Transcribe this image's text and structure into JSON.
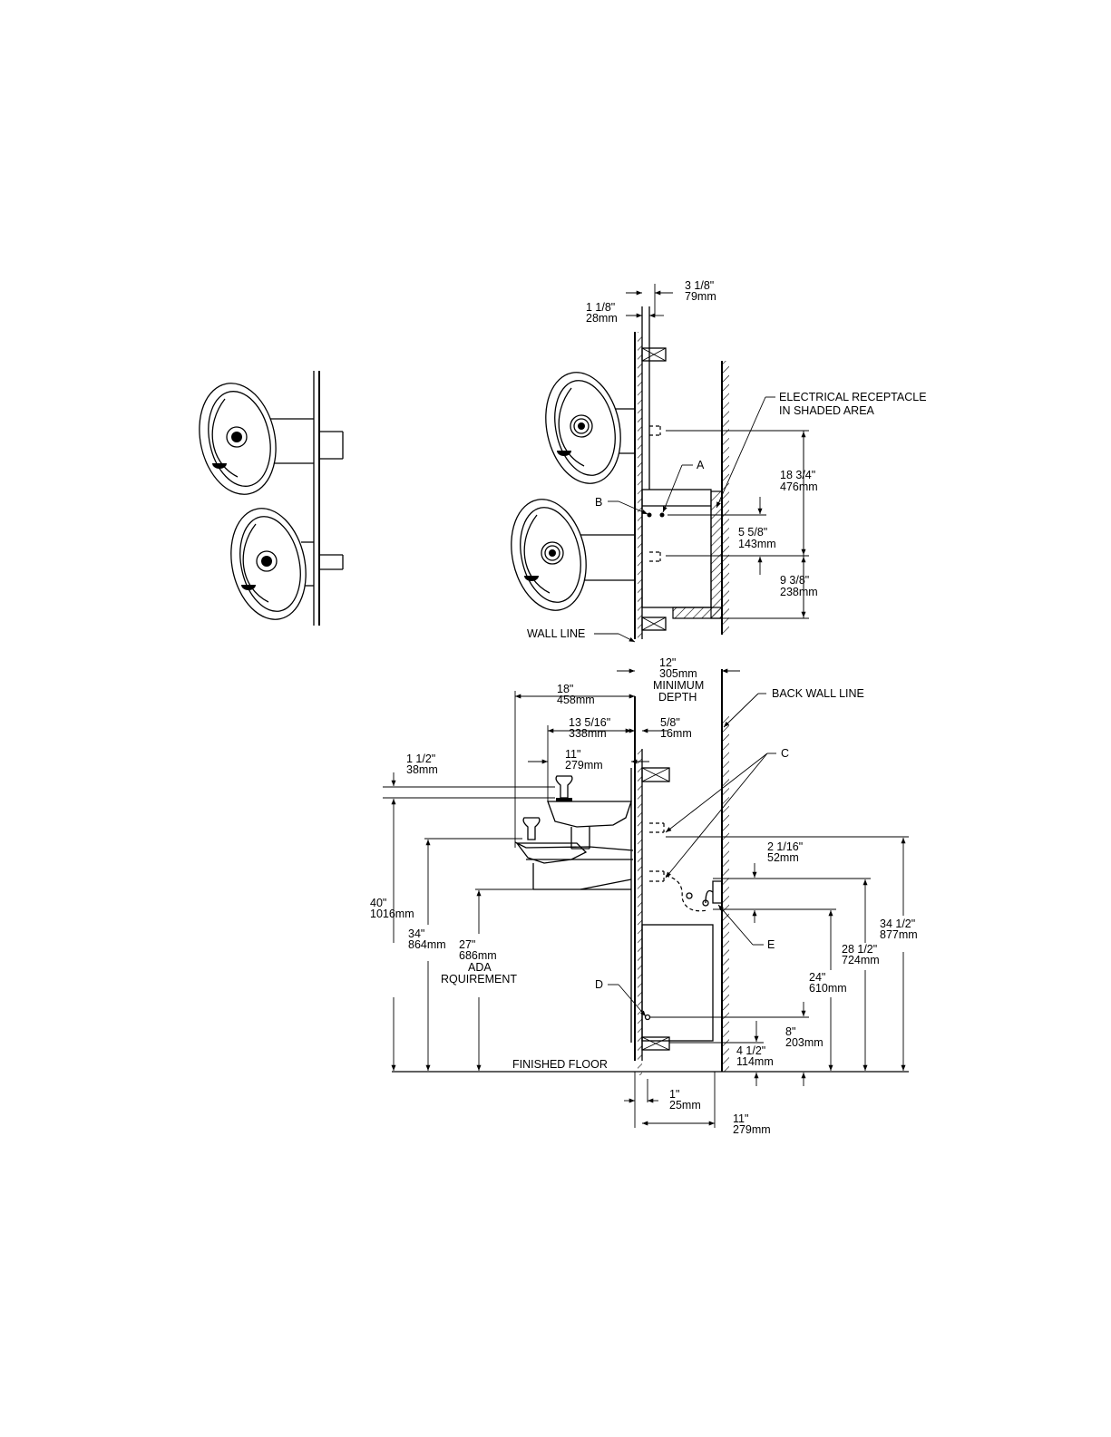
{
  "labels": {
    "electrical_receptacle_line1": "ELECTRICAL RECEPTACLE",
    "electrical_receptacle_line2": "IN SHADED AREA",
    "wall_line": "WALL LINE",
    "back_wall_line": "BACK WALL LINE",
    "finished_floor": "FINISHED FLOOR",
    "ada_line1": "ADA",
    "ada_line2": "RQUIREMENT",
    "minimum": "MINIMUM",
    "depth": "DEPTH",
    "callout_a": "A",
    "callout_b": "B",
    "callout_c": "C",
    "callout_d": "D",
    "callout_e": "E"
  },
  "dimensions": {
    "d_3_1_8": {
      "imperial": "3 1/8\"",
      "metric": "79mm"
    },
    "d_1_1_8": {
      "imperial": "1 1/8\"",
      "metric": "28mm"
    },
    "d_18_3_4": {
      "imperial": "18 3/4\"",
      "metric": "476mm"
    },
    "d_5_5_8": {
      "imperial": "5 5/8\"",
      "metric": "143mm"
    },
    "d_9_3_8": {
      "imperial": "9 3/8\"",
      "metric": "238mm"
    },
    "d_12": {
      "imperial": "12\"",
      "metric": "305mm"
    },
    "d_18": {
      "imperial": "18\"",
      "metric": "458mm"
    },
    "d_13_5_16": {
      "imperial": "13 5/16\"",
      "metric": "338mm"
    },
    "d_5_8": {
      "imperial": "5/8\"",
      "metric": "16mm"
    },
    "d_11_top": {
      "imperial": "11\"",
      "metric": "279mm"
    },
    "d_1_1_2": {
      "imperial": "1 1/2\"",
      "metric": "38mm"
    },
    "d_2_1_16": {
      "imperial": "2 1/16\"",
      "metric": "52mm"
    },
    "d_34_1_2": {
      "imperial": "34 1/2\"",
      "metric": "877mm"
    },
    "d_28_1_2": {
      "imperial": "28 1/2\"",
      "metric": "724mm"
    },
    "d_24": {
      "imperial": "24\"",
      "metric": "610mm"
    },
    "d_40": {
      "imperial": "40\"",
      "metric": "1016mm"
    },
    "d_34": {
      "imperial": "34\"",
      "metric": "864mm"
    },
    "d_27": {
      "imperial": "27\"",
      "metric": "686mm"
    },
    "d_8": {
      "imperial": "8\"",
      "metric": "203mm"
    },
    "d_4_1_2": {
      "imperial": "4 1/2\"",
      "metric": "114mm"
    },
    "d_1": {
      "imperial": "1\"",
      "metric": "25mm"
    },
    "d_11_bottom": {
      "imperial": "11\"",
      "metric": "279mm"
    }
  }
}
